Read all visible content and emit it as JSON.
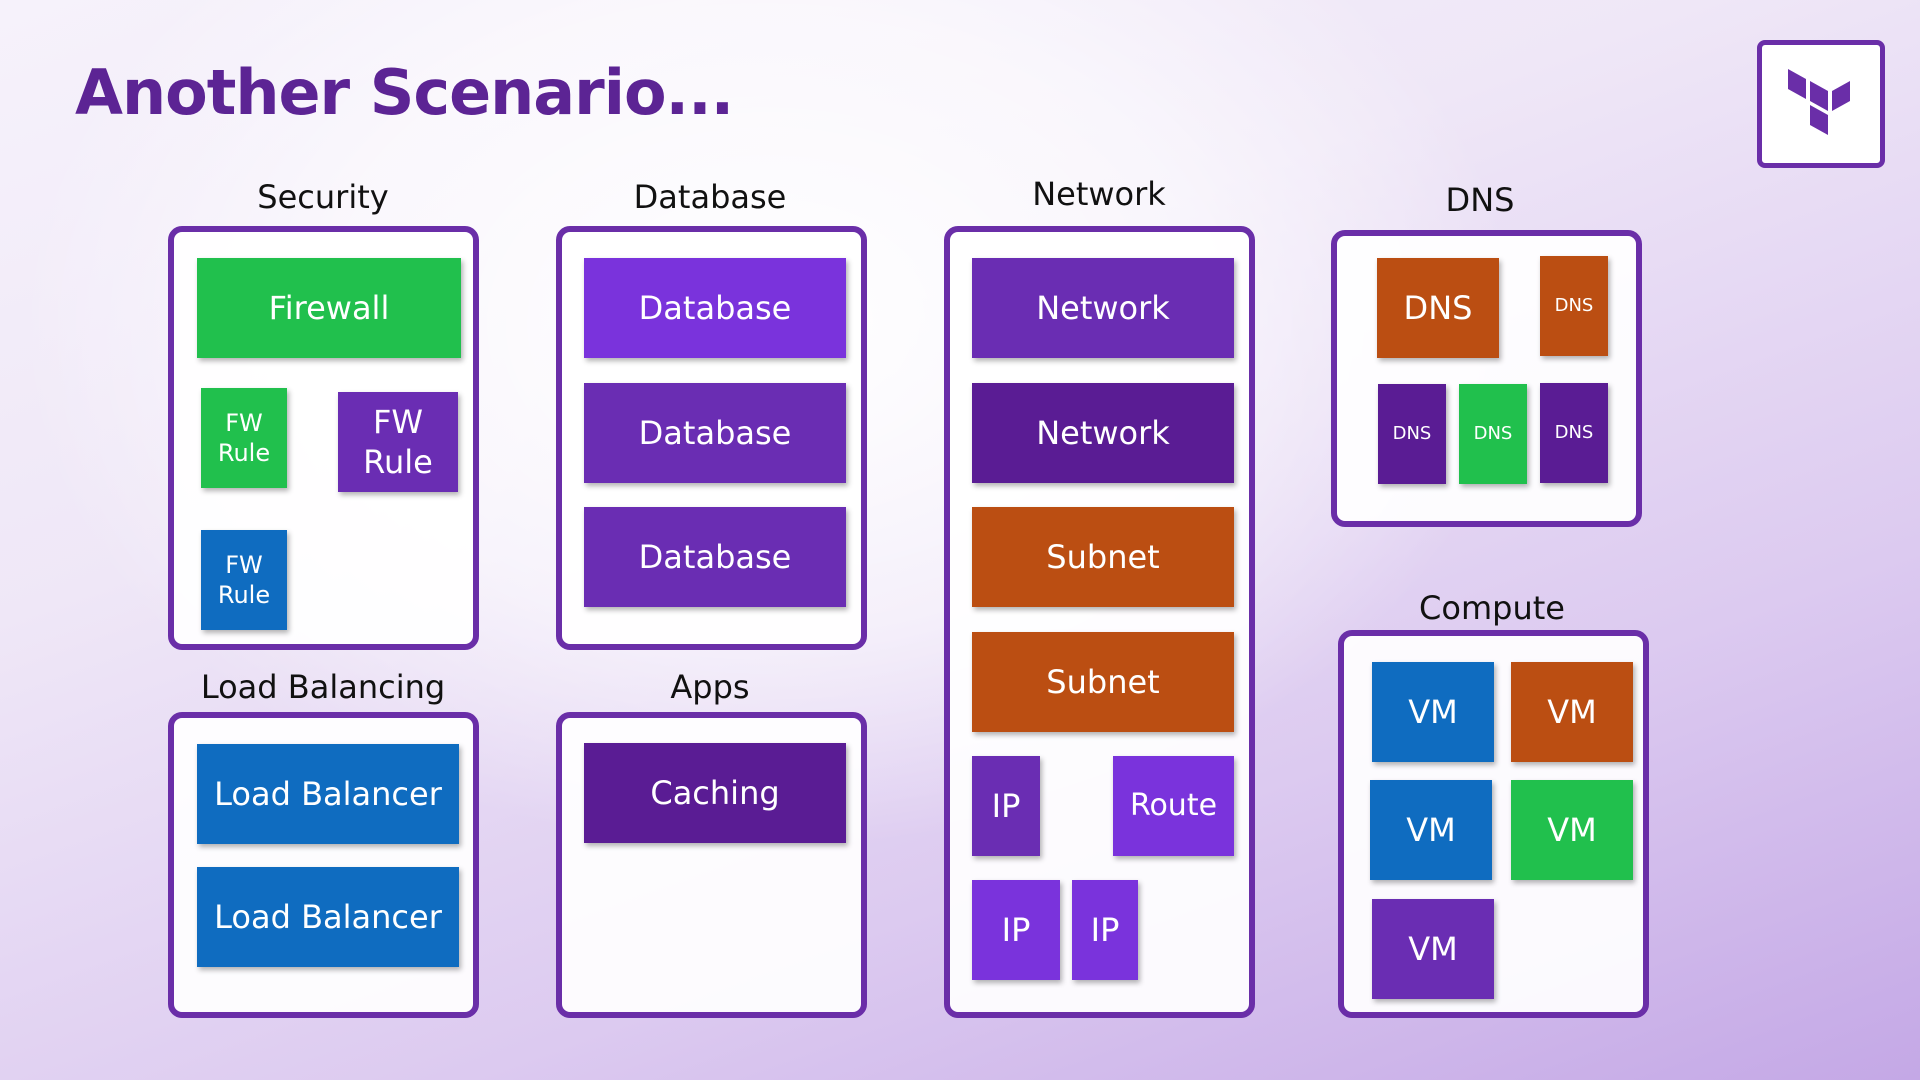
{
  "title": "Another Scenario...",
  "colors": {
    "accent": "#6a2ea8",
    "title": "#5c2494",
    "green": "#21c04d",
    "purple": "#6a2db3",
    "vivid_purple": "#7a33dc",
    "dark_purple": "#5a1c94",
    "blue": "#0f6cc0",
    "orange": "#bb4e12"
  },
  "logo": {
    "icon": "terraform-logo-icon"
  },
  "groups": {
    "security": {
      "label": "Security",
      "items": [
        "Firewall",
        "FW Rule",
        "FW Rule",
        "FW Rule"
      ]
    },
    "database": {
      "label": "Database",
      "items": [
        "Database",
        "Database",
        "Database"
      ]
    },
    "network": {
      "label": "Network",
      "items": [
        "Network",
        "Network",
        "Subnet",
        "Subnet",
        "IP",
        "Route",
        "IP",
        "IP"
      ]
    },
    "dns": {
      "label": "DNS",
      "items": [
        "DNS",
        "DNS",
        "DNS",
        "DNS",
        "DNS"
      ]
    },
    "load_balancing": {
      "label": "Load Balancing",
      "items": [
        "Load Balancer",
        "Load Balancer"
      ]
    },
    "apps": {
      "label": "Apps",
      "items": [
        "Caching"
      ]
    },
    "compute": {
      "label": "Compute",
      "items": [
        "VM",
        "VM",
        "VM",
        "VM",
        "VM"
      ]
    }
  }
}
